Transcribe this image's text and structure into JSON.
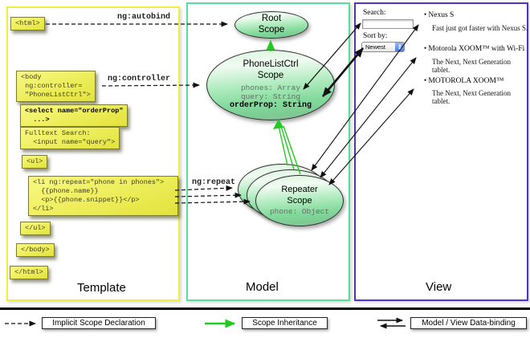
{
  "sections": {
    "template": "Template",
    "model": "Model",
    "view": "View"
  },
  "code_boxes": {
    "html_open": "<html>",
    "body_open": "<body\n ng:controller=\n \"PhoneListCtrl\">",
    "select": "<select name=\"orderProp\"\n  ...>",
    "fulltext": "Fulltext Search:\n  <input name=\"query\">",
    "ul_open": "<ul>",
    "li": "<li ng:repeat=\"phone in phones\">\n  {{phone.name}}\n  <p>{{phone.snippet}}</p>\n</li>",
    "ul_close": "</ul>",
    "body_close": "</body>",
    "html_close": "</html>"
  },
  "directives": {
    "autobind": "ng:autobind",
    "controller": "ng:controller",
    "repeat": "ng:repeat"
  },
  "scopes": {
    "root": {
      "title": "Root\nScope"
    },
    "phonelist": {
      "title": "PhoneListCtrl\nScope",
      "prop_phones": "phones: Array",
      "prop_query": "query: String",
      "prop_order": "orderProp: String"
    },
    "repeater": {
      "title": "Repeater\nScope",
      "prop": "phone: Object"
    }
  },
  "view": {
    "search_label": "Search:",
    "sort_label": "Sort by:",
    "sort_value": "Newest",
    "items": [
      {
        "title": "Nexus S",
        "desc": "Fast just got faster with Nexus S."
      },
      {
        "title": "Motorola XOOM™ with Wi-Fi",
        "desc": "The Next, Next Generation tablet."
      },
      {
        "title": "MOTOROLA XOOM™",
        "desc": "The Next, Next Generation tablet."
      }
    ]
  },
  "legend": {
    "implicit": "Implicit Scope Declaration",
    "inheritance": "Scope Inheritance",
    "databinding": "Model / View Data-binding"
  },
  "colors": {
    "template_border": "#f0ee3f",
    "model_border": "#57e09a",
    "view_border": "#4a35cf",
    "scope_green": "#83da9c",
    "inheritance_arrow": "#21cc21",
    "code_box_yellow": "#efef60"
  }
}
